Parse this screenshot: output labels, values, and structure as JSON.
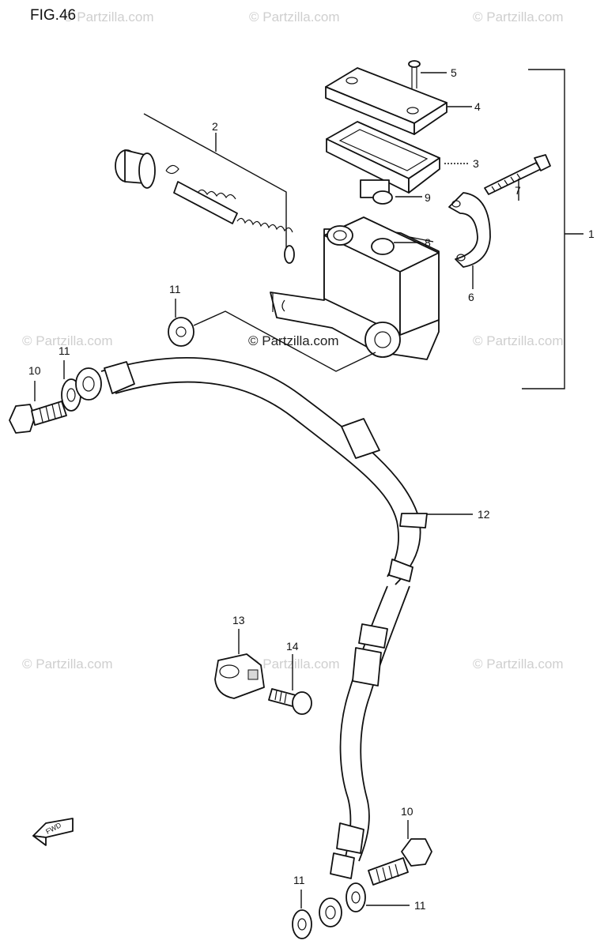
{
  "figure": {
    "title": "FIG.46"
  },
  "watermarks": {
    "text": "© Partzilla.com",
    "center_text": "© Partzilla.com"
  },
  "callouts": {
    "1": "1",
    "2": "2",
    "3": "3",
    "4": "4",
    "5": "5",
    "6": "6",
    "7": "7",
    "8": "8",
    "9": "9",
    "10a": "10",
    "10b": "10",
    "11a": "11",
    "11b": "11",
    "11c": "11",
    "11d": "11",
    "12": "12",
    "13": "13",
    "14": "14"
  },
  "fwd_label": "FWD"
}
